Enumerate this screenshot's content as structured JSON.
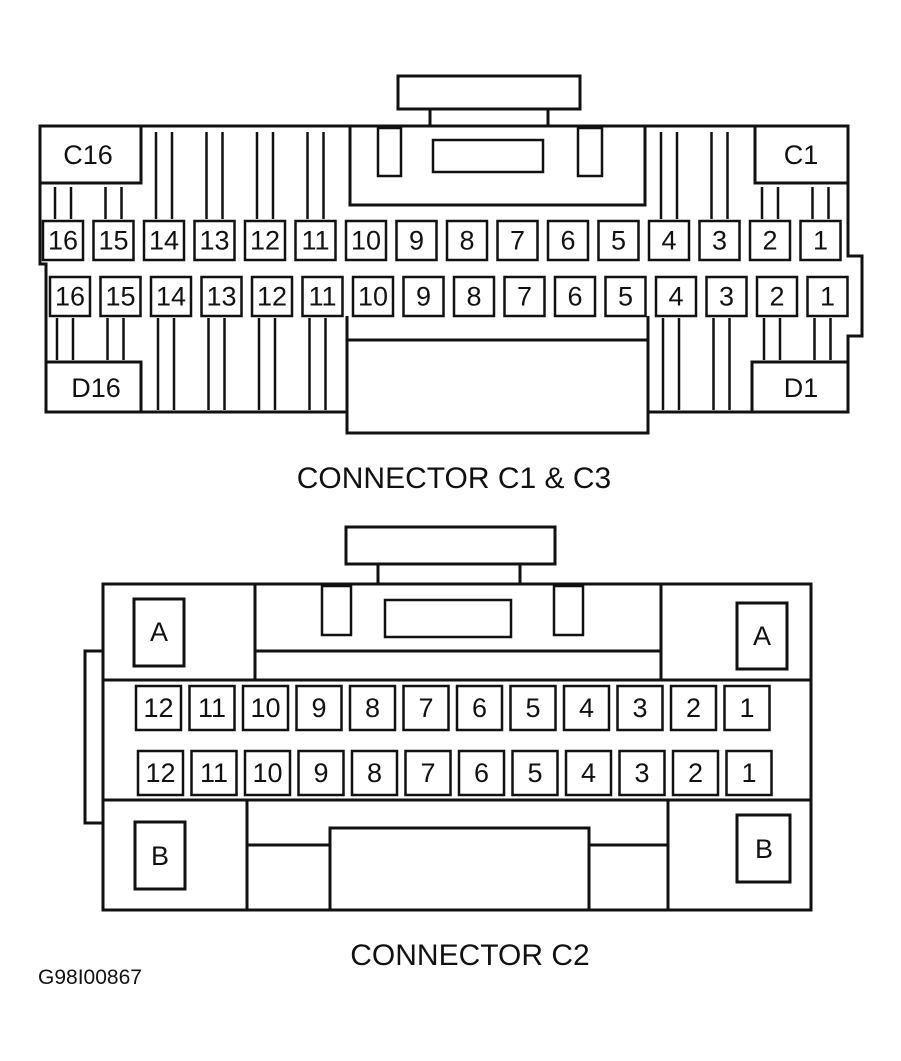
{
  "connector_c1_c3": {
    "caption": "CONNECTOR C1 & C3",
    "corner_labels": {
      "top_left": "C16",
      "top_right": "C1",
      "bottom_left": "D16",
      "bottom_right": "D1"
    },
    "row_c_pins": [
      "16",
      "15",
      "14",
      "13",
      "12",
      "11",
      "10",
      "9",
      "8",
      "7",
      "6",
      "5",
      "4",
      "3",
      "2",
      "1"
    ],
    "row_d_pins": [
      "16",
      "15",
      "14",
      "13",
      "12",
      "11",
      "10",
      "9",
      "8",
      "7",
      "6",
      "5",
      "4",
      "3",
      "2",
      "1"
    ]
  },
  "connector_c2": {
    "caption": "CONNECTOR C2",
    "corner_labels": {
      "top_left": "A",
      "top_right": "A",
      "bottom_left": "B",
      "bottom_right": "B"
    },
    "row_a_pins": [
      "12",
      "11",
      "10",
      "9",
      "8",
      "7",
      "6",
      "5",
      "4",
      "3",
      "2",
      "1"
    ],
    "row_b_pins": [
      "12",
      "11",
      "10",
      "9",
      "8",
      "7",
      "6",
      "5",
      "4",
      "3",
      "2",
      "1"
    ]
  },
  "figure_ref": "G98I00867",
  "colors": {
    "line": "#111111",
    "background": "#ffffff"
  }
}
